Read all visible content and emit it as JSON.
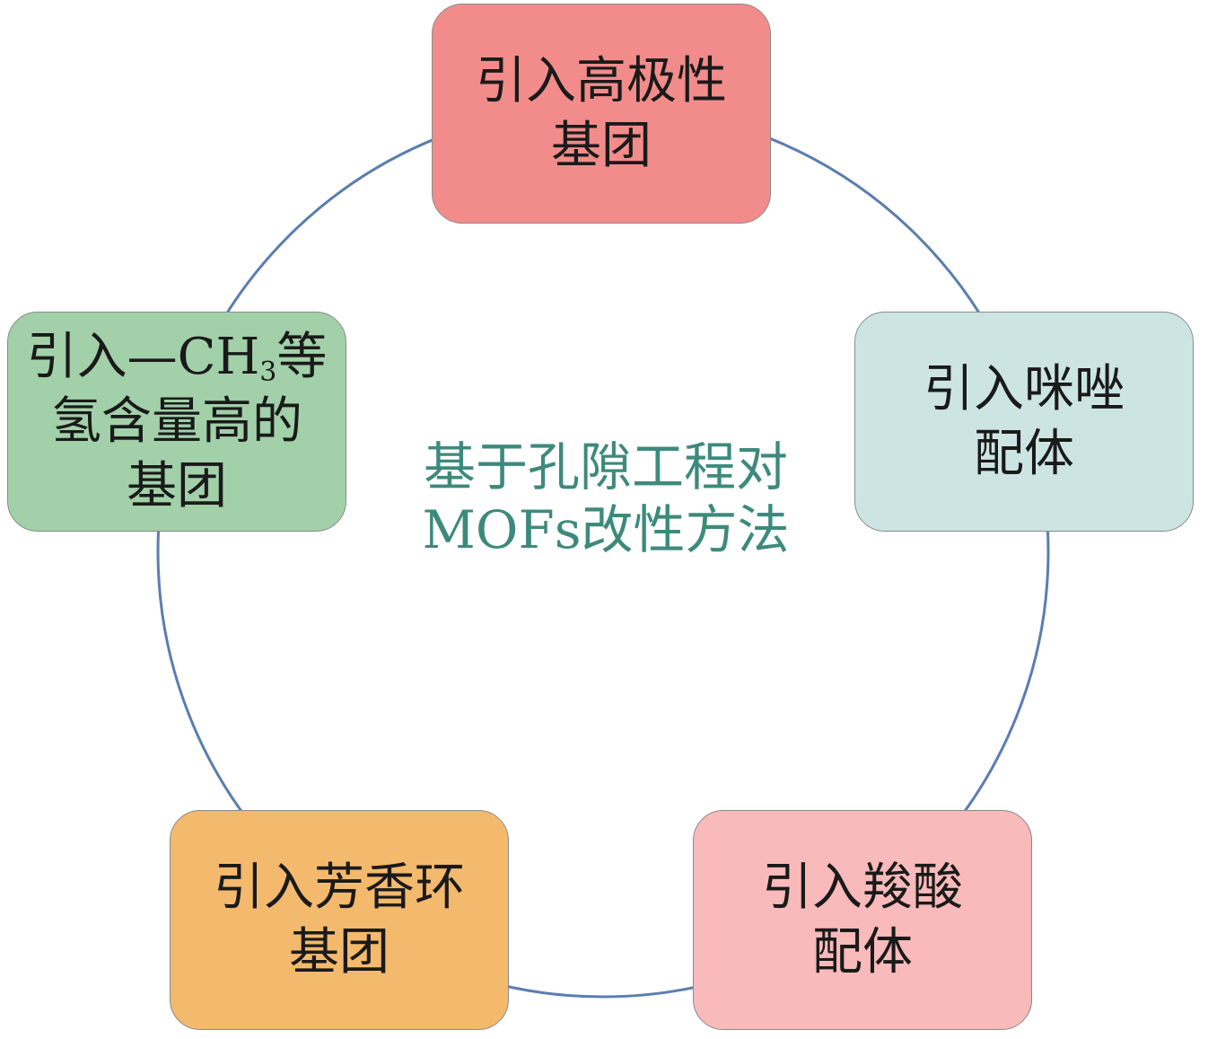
{
  "center": {
    "line1": "基于孔隙工程对",
    "line2": "MOFs改性方法",
    "color": "#3D8A7C"
  },
  "nodes": [
    {
      "id": "top",
      "lines": [
        "引入高极性",
        "基团"
      ],
      "color": "#F28C8B"
    },
    {
      "id": "right",
      "lines": [
        "引入咪唑",
        "配体"
      ],
      "color": "#CCE5E3"
    },
    {
      "id": "bottom-right",
      "lines": [
        "引入羧酸",
        "配体"
      ],
      "color": "#F8BABA"
    },
    {
      "id": "bottom-left",
      "lines": [
        "引入芳香环",
        "基团"
      ],
      "color": "#F3B96D"
    },
    {
      "id": "left",
      "lines_pre": "引入—CH",
      "sub": "3",
      "lines_post": "等",
      "lines": [
        "氢含量高的",
        "基团"
      ],
      "color": "#A2D0A9"
    }
  ],
  "ring_color": "#5B7DB0"
}
